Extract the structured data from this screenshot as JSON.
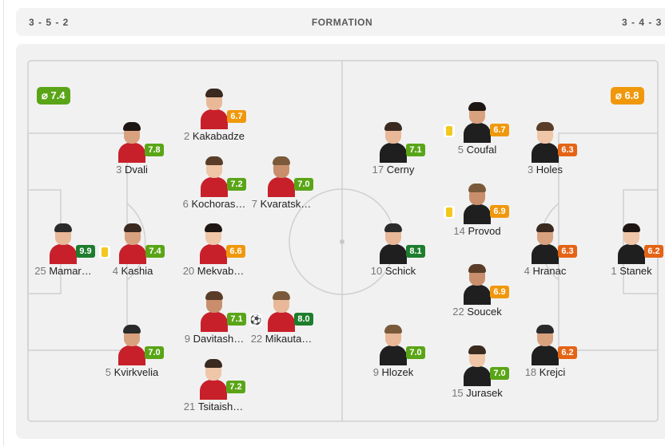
{
  "header": {
    "home_formation": "3 - 5 - 2",
    "title": "FORMATION",
    "away_formation": "3 - 4 - 3"
  },
  "averages": {
    "home": "⌀ 7.4",
    "away": "⌀ 6.8"
  },
  "colors": {
    "green": "#5aa517",
    "dark_green": "#1d7d2d",
    "orange": "#f0980c",
    "dark_orange": "#e46416",
    "home_shirt": "#c8202a",
    "away_shirt": "#1f1f1f"
  },
  "home_players": [
    {
      "num": "2",
      "name": "Kakabadze",
      "rating": "6.7"
    },
    {
      "num": "3",
      "name": "Dvali",
      "rating": "7.8"
    },
    {
      "num": "6",
      "name": "Kochoras…",
      "rating": "7.2"
    },
    {
      "num": "7",
      "name": "Kvaratsk…",
      "rating": "7.0"
    },
    {
      "num": "25",
      "name": "Mamar…",
      "rating": "9.9"
    },
    {
      "num": "4",
      "name": "Kashia",
      "rating": "7.4",
      "card": "yellow"
    },
    {
      "num": "20",
      "name": "Mekvab…",
      "rating": "6.6"
    },
    {
      "num": "9",
      "name": "Davitash…",
      "rating": "7.1"
    },
    {
      "num": "22",
      "name": "Mikauta…",
      "rating": "8.0",
      "goal": "⚽"
    },
    {
      "num": "5",
      "name": "Kvirkvelia",
      "rating": "7.0"
    },
    {
      "num": "21",
      "name": "Tsitaish…",
      "rating": "7.2"
    }
  ],
  "away_players": [
    {
      "num": "17",
      "name": "Cerny",
      "rating": "7.1"
    },
    {
      "num": "5",
      "name": "Coufal",
      "rating": "6.7",
      "card": "yellow"
    },
    {
      "num": "3",
      "name": "Holes",
      "rating": "6.3"
    },
    {
      "num": "14",
      "name": "Provod",
      "rating": "6.9",
      "card": "yellow"
    },
    {
      "num": "10",
      "name": "Schick",
      "rating": "8.1"
    },
    {
      "num": "4",
      "name": "Hranac",
      "rating": "6.3"
    },
    {
      "num": "1",
      "name": "Stanek",
      "rating": "6.2"
    },
    {
      "num": "22",
      "name": "Soucek",
      "rating": "6.9"
    },
    {
      "num": "9",
      "name": "Hlozek",
      "rating": "7.0"
    },
    {
      "num": "18",
      "name": "Krejci",
      "rating": "6.2"
    },
    {
      "num": "15",
      "name": "Jurasek",
      "rating": "7.0"
    }
  ]
}
